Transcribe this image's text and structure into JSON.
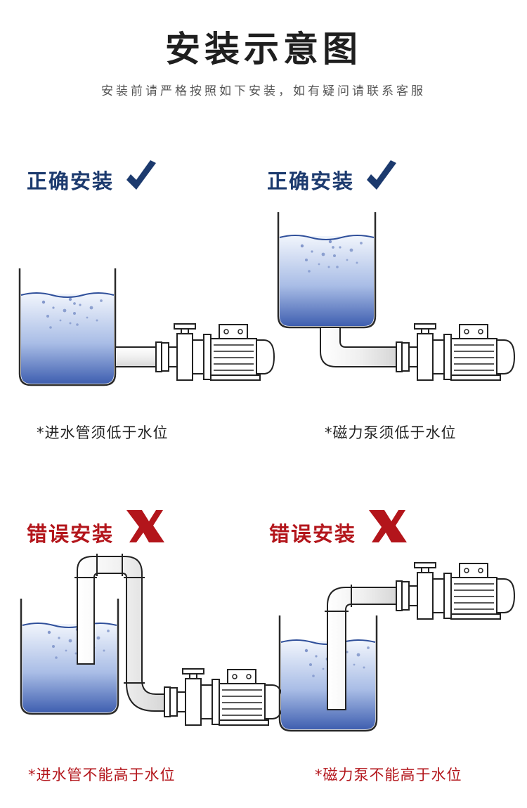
{
  "title": "安装示意图",
  "subtitle": "安装前请严格按照如下安装，如有疑问请联系客服",
  "colors": {
    "correct": "#1c3a6e",
    "wrong": "#b3151b",
    "caption_correct": "#222222",
    "caption_wrong": "#b3151b",
    "water_top": "#eef3fb",
    "water_bottom": "#3f5fb0",
    "tank_outline": "#2a2a2a"
  },
  "panels": {
    "correct_1": {
      "heading": "正确安装",
      "mark": "check-icon",
      "caption": "*进水管须低于水位"
    },
    "correct_2": {
      "heading": "正确安装",
      "mark": "check-icon",
      "caption": "*磁力泵须低于水位"
    },
    "wrong_1": {
      "heading": "错误安装",
      "mark": "cross-icon",
      "caption": "*进水管不能高于水位"
    },
    "wrong_2": {
      "heading": "错误安装",
      "mark": "cross-icon",
      "caption": "*磁力泵不能高于水位"
    }
  }
}
